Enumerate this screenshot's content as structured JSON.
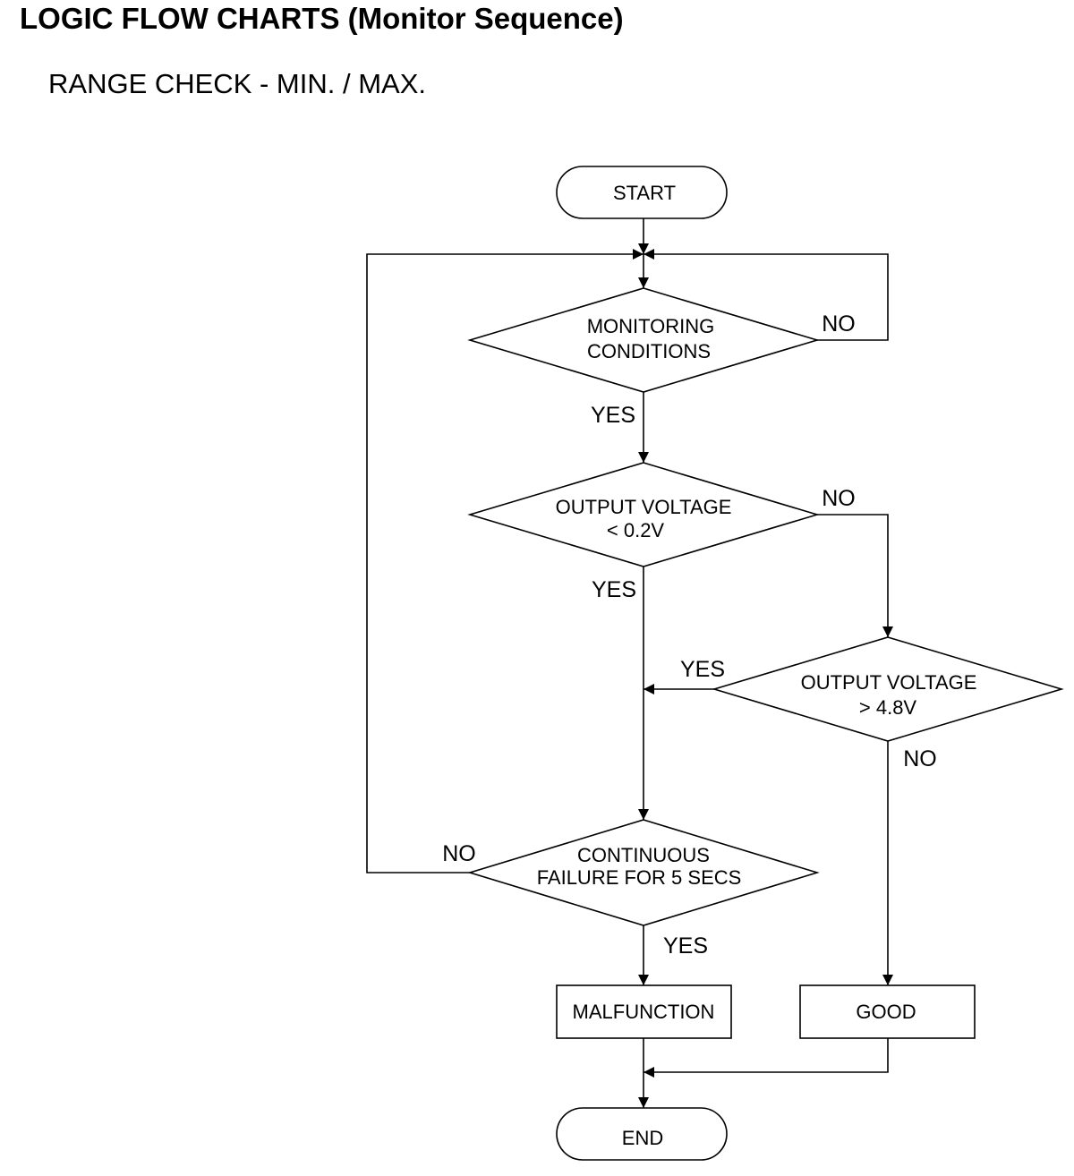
{
  "header": {
    "title": "LOGIC FLOW CHARTS (Monitor Sequence)",
    "subtitle": "RANGE CHECK - MIN. / MAX."
  },
  "nodes": {
    "start": {
      "label": "START"
    },
    "monitoring_conditions": {
      "line1": "MONITORING",
      "line2": "CONDITIONS"
    },
    "output_voltage_low": {
      "line1": "OUTPUT VOLTAGE",
      "line2": "< 0.2V"
    },
    "output_voltage_high": {
      "line1": "OUTPUT VOLTAGE",
      "line2": "> 4.8V"
    },
    "continuous_failure": {
      "line1": "CONTINUOUS",
      "line2": "FAILURE FOR 5 SECS"
    },
    "malfunction": {
      "label": "MALFUNCTION"
    },
    "good": {
      "label": "GOOD"
    },
    "end": {
      "label": "END"
    }
  },
  "edge_labels": {
    "monitoring_no": "NO",
    "monitoring_yes": "YES",
    "low_no": "NO",
    "low_yes": "YES",
    "high_yes": "YES",
    "high_no": "NO",
    "failure_no": "NO",
    "failure_yes": "YES"
  }
}
